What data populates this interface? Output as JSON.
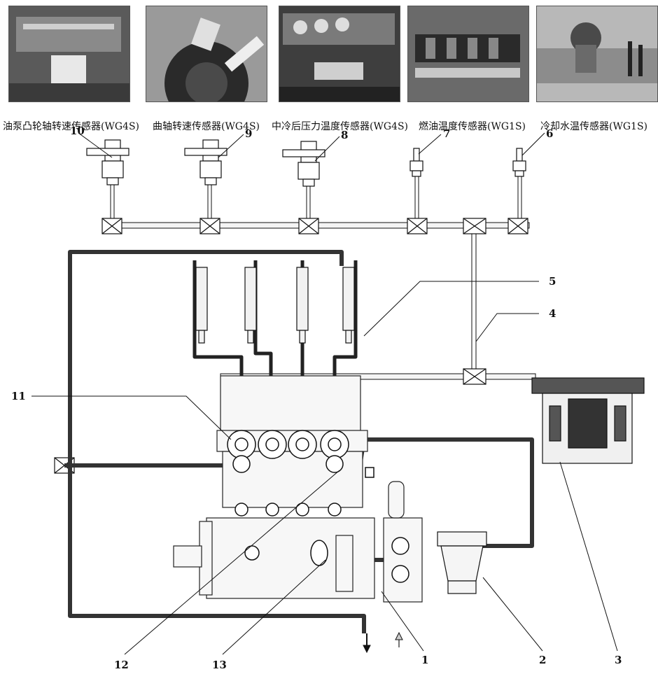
{
  "photos": [
    {
      "caption": "油泵凸轮轴转速传感器(WG4S)",
      "icon": "cam-speed-sensor-photo"
    },
    {
      "caption": "曲轴转速传感器(WG4S)",
      "icon": "crank-speed-sensor-photo"
    },
    {
      "caption": "中冷后压力温度传感器(WG4S)",
      "icon": "boost-pressure-temp-sensor-photo"
    },
    {
      "caption": "燃油温度传感器(WG1S)",
      "icon": "fuel-temp-sensor-photo"
    },
    {
      "caption": "冷却水温传感器(WG1S)",
      "icon": "coolant-temp-sensor-photo"
    }
  ],
  "labels": {
    "n1": "1",
    "n2": "2",
    "n3": "3",
    "n4": "4",
    "n5": "5",
    "n6": "6",
    "n7": "7",
    "n8": "8",
    "n9": "9",
    "n10": "10",
    "n11": "11",
    "n12": "12",
    "n13": "13"
  },
  "colors": {
    "line": "#111111",
    "harness": "#bdbdbd",
    "photo_bg": "#4a4a4a"
  }
}
